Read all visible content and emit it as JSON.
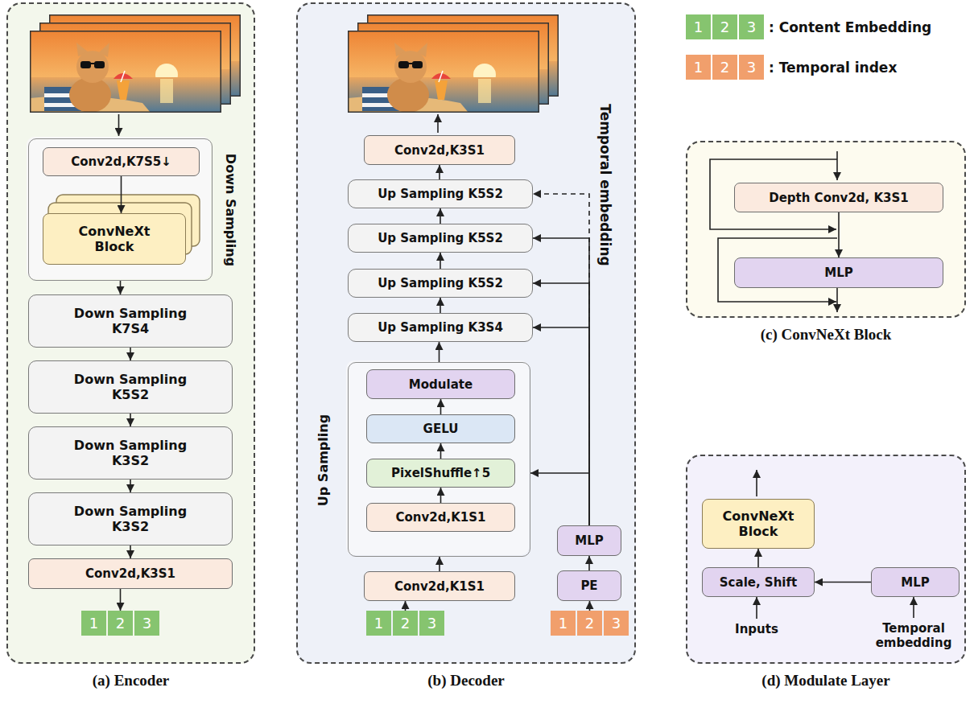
{
  "diagram": {
    "nodes": [
      {
        "text": [
          "(a) Encoder"
        ]
      },
      {
        "text": [
          "Down Sampling"
        ],
        "in": 0
      },
      {
        "text": [
          "Conv2d,K7S5↓"
        ],
        "in": 1
      },
      {
        "text": [
          "ConvNeXt Block"
        ],
        "in": 1
      },
      {
        "text": [
          "Down Sampling K7S4"
        ],
        "in": 0
      },
      {
        "text": [
          "Down Sampling K5S2"
        ],
        "in": 0
      },
      {
        "text": [
          "Down Sampling K3S2"
        ],
        "in": 0
      },
      {
        "text": [
          "Down Sampling K3S2"
        ],
        "in": 0
      },
      {
        "text": [
          "Conv2d,K3S1"
        ],
        "in": 0
      },
      {
        "text": [
          "1"
        ],
        "in": 0
      },
      {
        "text": [
          "2"
        ],
        "in": 0
      },
      {
        "text": [
          "3"
        ],
        "in": 0
      },
      {
        "text": [
          "(b) Decoder"
        ]
      },
      {
        "text": [
          "Conv2d,K3S1"
        ],
        "in": 12
      },
      {
        "text": [
          "Up Sampling K5S2"
        ],
        "in": 12
      },
      {
        "text": [
          "Up Sampling K5S2"
        ],
        "in": 12
      },
      {
        "text": [
          "Up Sampling K5S2"
        ],
        "in": 12
      },
      {
        "text": [
          "Up Sampling K3S4"
        ],
        "in": 12
      },
      {
        "text": [
          "Up Sampling"
        ],
        "in": 12
      },
      {
        "text": [
          "Modulate"
        ],
        "in": 18
      },
      {
        "text": [
          "GELU"
        ],
        "in": 18
      },
      {
        "text": [
          "PixelShuffle↑5"
        ],
        "in": 18
      },
      {
        "text": [
          "Conv2d,K1S1"
        ],
        "in": 18
      },
      {
        "text": [
          "Conv2d,K1S1"
        ],
        "in": 12
      },
      {
        "text": [
          "1"
        ],
        "in": 12
      },
      {
        "text": [
          "2"
        ],
        "in": 12
      },
      {
        "text": [
          "3"
        ],
        "in": 12
      },
      {
        "text": [
          "MLP"
        ],
        "in": 12
      },
      {
        "text": [
          "PE"
        ],
        "in": 12
      },
      {
        "text": [
          "1"
        ],
        "in": 12
      },
      {
        "text": [
          "2"
        ],
        "in": 12
      },
      {
        "text": [
          "3"
        ],
        "in": 12
      },
      {
        "text": [
          "(c) ConvNeXt Block"
        ]
      },
      {
        "text": [
          "Depth Conv2d, K3S1"
        ],
        "in": 32
      },
      {
        "text": [
          "MLP"
        ],
        "in": 32
      },
      {
        "text": [
          "(d) Modulate Layer"
        ]
      },
      {
        "text": [
          "ConvNeXt Block"
        ],
        "in": 35
      },
      {
        "text": [
          "Scale, Shift"
        ],
        "in": 35
      },
      {
        "text": [
          "MLP"
        ],
        "in": 35
      }
    ],
    "edges": [
      {
        "from": 2,
        "to": 3,
        "arrow": "to"
      },
      {
        "from": 1,
        "to": 4,
        "arrow": "to"
      },
      {
        "from": 4,
        "to": 5,
        "arrow": "to"
      },
      {
        "from": 5,
        "to": 6,
        "arrow": "to"
      },
      {
        "from": 6,
        "to": 7,
        "arrow": "to"
      },
      {
        "from": 7,
        "to": 8,
        "arrow": "to"
      },
      {
        "from": 8,
        "to": 10,
        "arrow": "to"
      },
      {
        "from": 25,
        "to": 23,
        "arrow": "to"
      },
      {
        "from": 23,
        "to": 18,
        "arrow": "to"
      },
      {
        "from": 22,
        "to": 21,
        "arrow": "to"
      },
      {
        "from": 21,
        "to": 20,
        "arrow": "to"
      },
      {
        "from": 20,
        "to": 19,
        "arrow": "to"
      },
      {
        "from": 18,
        "to": 17,
        "arrow": "to"
      },
      {
        "from": 17,
        "to": 16,
        "arrow": "to"
      },
      {
        "from": 16,
        "to": 15,
        "arrow": "to"
      },
      {
        "from": 15,
        "to": 14,
        "arrow": "to"
      },
      {
        "from": 14,
        "to": 13,
        "arrow": "to"
      },
      {
        "from": 30,
        "to": 28,
        "arrow": "to"
      },
      {
        "from": 28,
        "to": 27,
        "arrow": "to"
      },
      {
        "from": 27,
        "to": 18,
        "arrow": "to"
      },
      {
        "from": 27,
        "to": 17,
        "arrow": "to"
      },
      {
        "from": 27,
        "to": 16,
        "arrow": "to"
      },
      {
        "from": 27,
        "to": 15,
        "arrow": "to"
      },
      {
        "from": 27,
        "to": 14,
        "arrow": "to"
      },
      {
        "from": 33,
        "to": 34,
        "arrow": "to"
      },
      {
        "from": 37,
        "to": 36,
        "arrow": "to"
      },
      {
        "from": 38,
        "to": 37,
        "arrow": "to"
      }
    ],
    "labels": [
      "1",
      "2",
      "3",
      "1",
      "2",
      "3",
      "Temporal embedding",
      "Inputs",
      "Temporal embedding"
    ],
    "legend": [
      {
        "text": ": Content Embedding",
        "color": "#86c46f"
      },
      {
        "text": ": Temporal index",
        "color": "#f19f6c"
      }
    ]
  }
}
